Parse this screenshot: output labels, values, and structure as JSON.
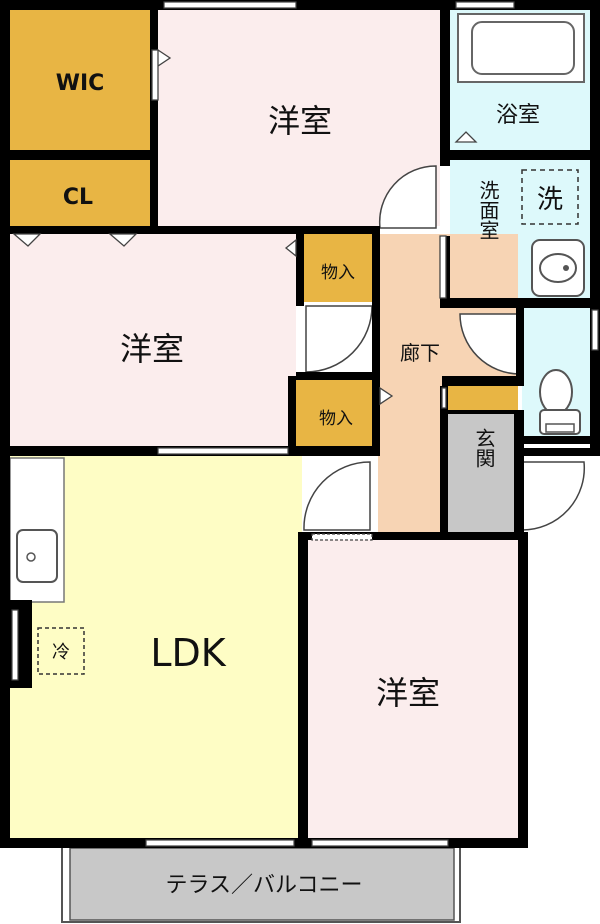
{
  "rooms": {
    "wic": "WIC",
    "cl": "CL",
    "bedroom_top": "洋室",
    "bath": "浴室",
    "washroom": "洗面室",
    "washer": "洗",
    "storage_upper": "物入",
    "bedroom_middle": "洋室",
    "hallway": "廊下",
    "storage_lower": "物入",
    "entrance": "玄関",
    "ldk": "LDK",
    "fridge": "冷",
    "bedroom_bottom": "洋室",
    "balcony": "テラス／バルコニー"
  },
  "colors": {
    "wall": "#000000",
    "storage": "#E8B544",
    "bedroom": "#FBEDED",
    "ldk": "#FEFDC5",
    "wet_area": "#DDF9FB",
    "hallway": "#F7D4B4",
    "entrance": "#C7C7C7",
    "balcony": "#C8C8C8"
  }
}
